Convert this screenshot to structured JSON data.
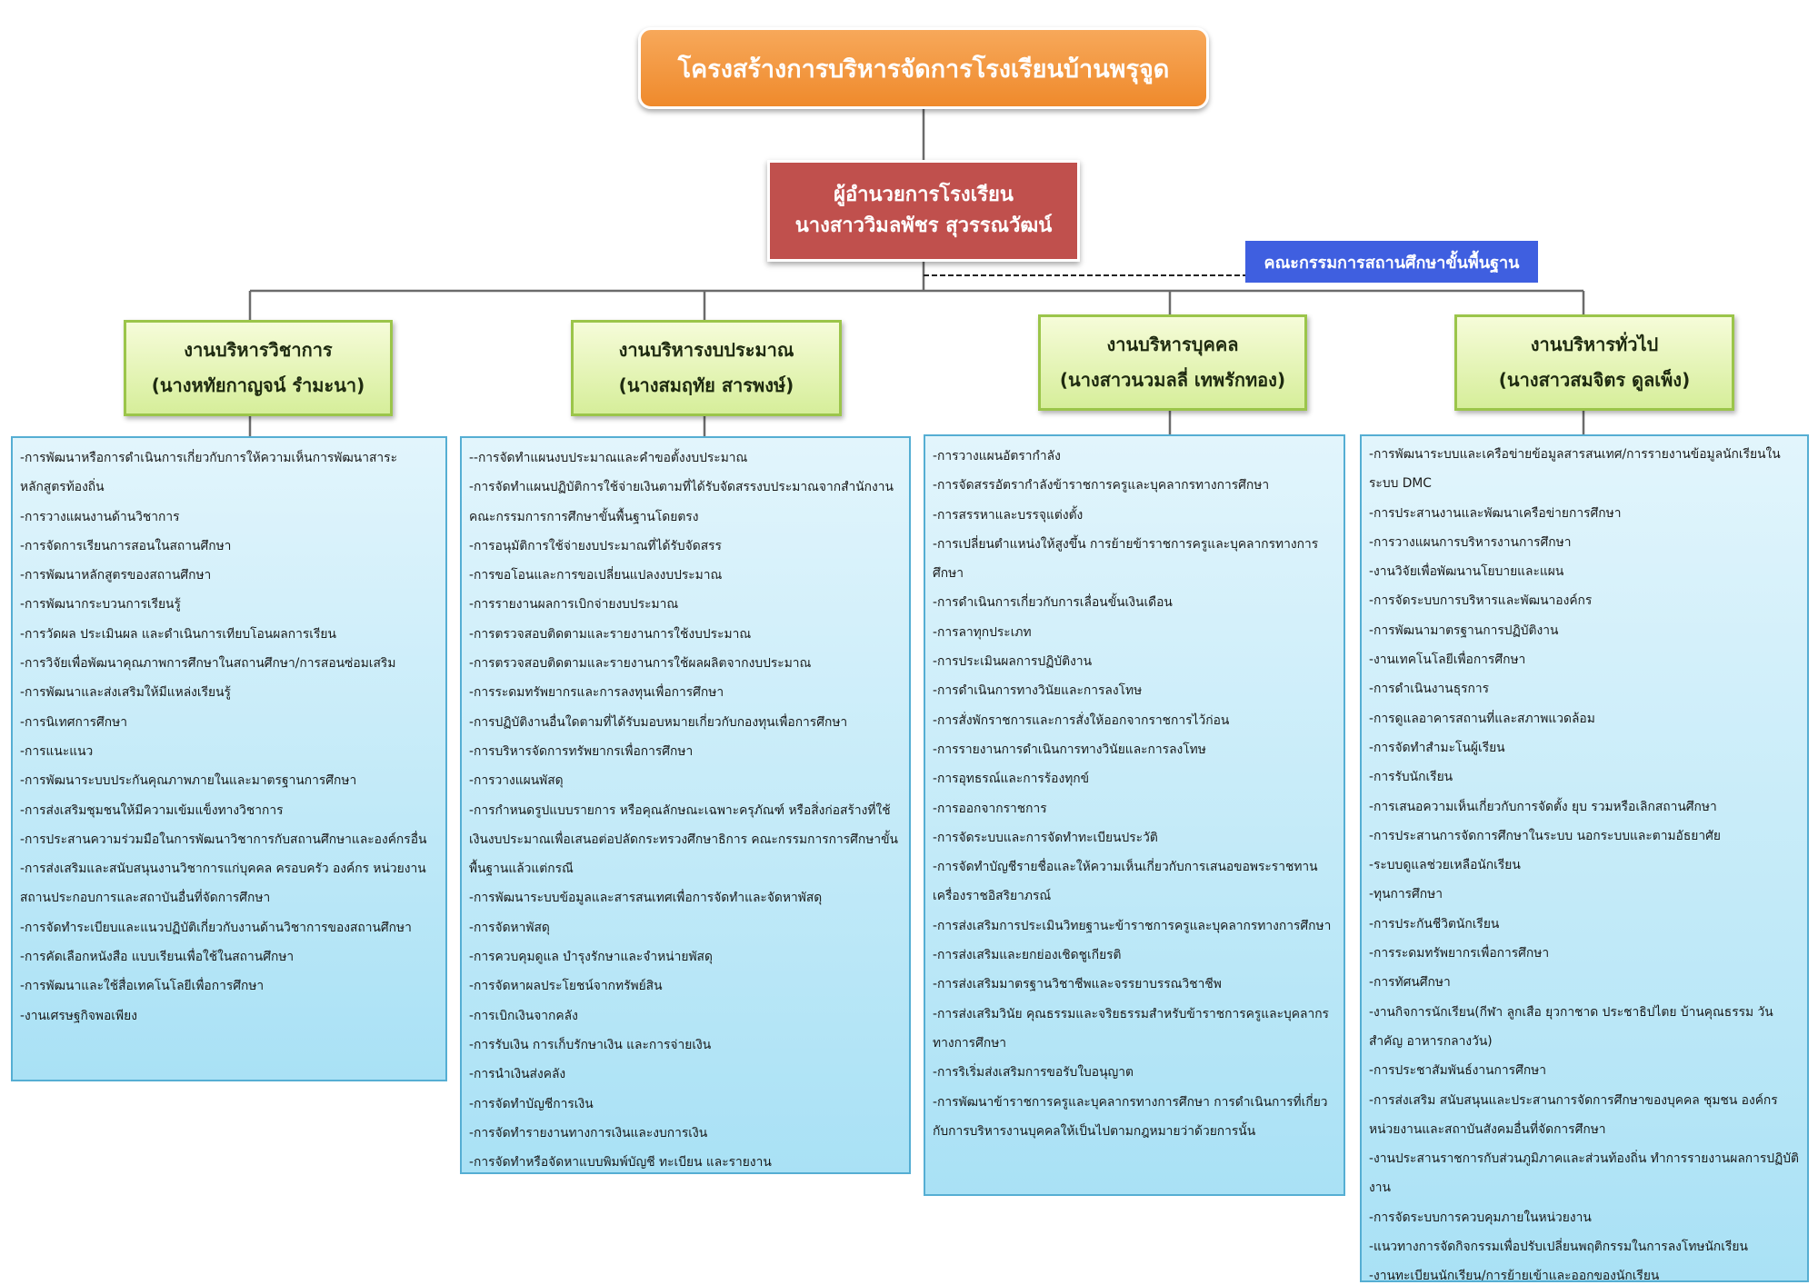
{
  "title": "โครงสร้างการบริหารจัดการโรงเรียนบ้านพรุจูด",
  "director": {
    "position": "ผู้อำนวยการโรงเรียน",
    "name": "นางสาววิมลพัชร สุวรรณวัฒน์"
  },
  "board": "คณะกรรมการสถานศึกษาขั้นพื้นฐาน",
  "colors": {
    "title_bg": "#f0912f",
    "director_bg": "#c0504d",
    "board_bg": "#3f5fe0",
    "dept_bg": "#dff0aa",
    "dept_border": "#9bc54a",
    "task_bg": "#bde8f7",
    "task_border": "#55aed3"
  },
  "departments": [
    {
      "name": "งานบริหารวิชาการ",
      "head": "(นางหทัยกาญจน์ รำมะนา)",
      "tasks": [
        "-การพัฒนาหรือการดำเนินการเกี่ยวกับการให้ความเห็นการพัฒนาสาระหลักสูตรท้องถิ่น",
        "-การวางแผนงานด้านวิชาการ",
        "-การจัดการเรียนการสอนในสถานศึกษา",
        "-การพัฒนาหลักสูตรของสถานศึกษา",
        "-การพัฒนากระบวนการเรียนรู้",
        "-การวัดผล ประเมินผล และดำเนินการเทียบโอนผลการเรียน",
        "-การวิจัยเพื่อพัฒนาคุณภาพการศึกษาในสถานศึกษา/การสอนซ่อมเสริม",
        "-การพัฒนาและส่งเสริมให้มีแหล่งเรียนรู้",
        "-การนิเทศการศึกษา",
        "-การแนะแนว",
        "-การพัฒนาระบบประกันคุณภาพภายในและมาตรฐานการศึกษา",
        "-การส่งเสริมชุมชนให้มีความเข้มแข็งทางวิชาการ",
        "-การประสานความร่วมมือในการพัฒนาวิชาการกับสถานศึกษาและองค์กรอื่น",
        "-การส่งเสริมและสนับสนุนงานวิชาการแก่บุคคล ครอบครัว องค์กร หน่วยงาน สถานประกอบการและสถาบันอื่นที่จัดการศึกษา",
        "-การจัดทำระเบียบและแนวปฏิบัติเกี่ยวกับงานด้านวิชาการของสถานศึกษา",
        "-การคัดเลือกหนังสือ แบบเรียนเพื่อใช้ในสถานศึกษา",
        "-การพัฒนาและใช้สื่อเทคโนโลยีเพื่อการศึกษา",
        "-งานเศรษฐกิจพอเพียง"
      ]
    },
    {
      "name": "งานบริหารงบประมาณ",
      "head": "(นางสมฤทัย สารพงษ์)",
      "tasks": [
        "--การจัดทำแผนงบประมาณและคำขอตั้งงบประมาณ",
        "-การจัดทำแผนปฏิบัติการใช้จ่ายเงินตามที่ได้รับจัดสรรงบประมาณจากสำนักงานคณะกรรมการการศึกษาขั้นพื้นฐานโดยตรง",
        "-การอนุมัติการใช้จ่ายงบประมาณที่ได้รับจัดสรร",
        "-การขอโอนและการขอเปลี่ยนแปลงงบประมาณ",
        "-การรายงานผลการเบิกจ่ายงบประมาณ",
        "-การตรวจสอบติดตามและรายงานการใช้งบประมาณ",
        "-การตรวจสอบติดตามและรายงานการใช้ผลผลิตจากงบประมาณ",
        "-การระดมทรัพยากรและการลงทุนเพื่อการศึกษา",
        "-การปฏิบัติงานอื่นใดตามที่ได้รับมอบหมายเกี่ยวกับกองทุนเพื่อการศึกษา",
        "-การบริหารจัดการทรัพยากรเพื่อการศึกษา",
        "-การวางแผนพัสดุ",
        "-การกำหนดรูปแบบรายการ หรือคุณลักษณะเฉพาะครุภัณฑ์ หรือสิ่งก่อสร้างที่ใช้เงินงบประมาณเพื่อเสนอต่อปลัดกระทรวงศึกษาธิการ คณะกรรมการการศึกษาขั้นพื้นฐานแล้วแต่กรณี",
        "-การพัฒนาระบบข้อมูลและสารสนเทศเพื่อการจัดทำและจัดหาพัสดุ",
        "-การจัดหาพัสดุ",
        "-การควบคุมดูแล บำรุงรักษาและจำหน่ายพัสดุ",
        "-การจัดหาผลประโยชน์จากทรัพย์สิน",
        "-การเบิกเงินจากคลัง",
        "-การรับเงิน การเก็บรักษาเงิน และการจ่ายเงิน",
        "-การนำเงินส่งคลัง",
        "-การจัดทำบัญชีการเงิน",
        "-การจัดทำรายงานทางการเงินและงบการเงิน",
        "-การจัดทำหรือจัดหาแบบพิมพ์บัญชี ทะเบียน และรายงาน"
      ]
    },
    {
      "name": "งานบริหารบุคคล",
      "head": "(นางสาวนวมลลี่ เทพรักทอง)",
      "tasks": [
        "-การวางแผนอัตรากำลัง",
        "-การจัดสรรอัตรากำลังข้าราชการครูและบุคลากรทางการศึกษา",
        "-การสรรหาและบรรจุแต่งตั้ง",
        "-การเปลี่ยนตำแหน่งให้สูงขึ้น การย้ายข้าราชการครูและบุคลากรทางการศึกษา",
        "-การดำเนินการเกี่ยวกับการเลื่อนขั้นเงินเดือน",
        "-การลาทุกประเภท",
        "-การประเมินผลการปฏิบัติงาน",
        "-การดำเนินการทางวินัยและการลงโทษ",
        "-การสั่งพักราชการและการสั่งให้ออกจากราชการไว้ก่อน",
        "-การรายงานการดำเนินการทางวินัยและการลงโทษ",
        "-การอุทธรณ์และการร้องทุกข์",
        "-การออกจากราชการ",
        "-การจัดระบบและการจัดทำทะเบียนประวัติ",
        "-การจัดทำบัญชีรายชื่อและให้ความเห็นเกี่ยวกับการเสนอขอพระราชทานเครื่องราชอิสริยาภรณ์",
        "-การส่งเสริมการประเมินวิทยฐานะข้าราชการครูและบุคลากรทางการศึกษา",
        "-การส่งเสริมและยกย่องเชิดชูเกียรติ",
        "-การส่งเสริมมาตรฐานวิชาชีพและจรรยาบรรณวิชาชีพ",
        "-การส่งเสริมวินัย คุณธรรมและจริยธรรมสำหรับข้าราชการครูและบุคลากรทางการศึกษา",
        "-การริเริ่มส่งเสริมการขอรับใบอนุญาต",
        "-การพัฒนาข้าราชการครูและบุคลากรทางการศึกษา การดำเนินการที่เกี่ยวกับการบริหารงานบุคคลให้เป็นไปตามกฎหมายว่าด้วยการนั้น"
      ]
    },
    {
      "name": "งานบริหารทั่วไป",
      "head": "(นางสาวสมจิตร ดูลเพ็ง)",
      "tasks": [
        "-การพัฒนาระบบและเครือข่ายข้อมูลสารสนเทศ/การรายงานข้อมูลนักเรียนในระบบ DMC",
        "-การประสานงานและพัฒนาเครือข่ายการศึกษา",
        "-การวางแผนการบริหารงานการศึกษา",
        "-งานวิจัยเพื่อพัฒนานโยบายและแผน",
        "-การจัดระบบการบริหารและพัฒนาองค์กร",
        "-การพัฒนามาตรฐานการปฏิบัติงาน",
        "-งานเทคโนโลยีเพื่อการศึกษา",
        "-การดำเนินงานธุรการ",
        "-การดูแลอาคารสถานที่และสภาพแวดล้อม",
        "-การจัดทำสำมะโนผู้เรียน",
        "-การรับนักเรียน",
        "-การเสนอความเห็นเกี่ยวกับการจัดตั้ง ยุบ รวมหรือเลิกสถานศึกษา",
        "-การประสานการจัดการศึกษาในระบบ นอกระบบและตามอัธยาศัย",
        "-ระบบดูแลช่วยเหลือนักเรียน",
        "-ทุนการศึกษา",
        "-การประกันชีวิตนักเรียน",
        "-การระดมทรัพยากรเพื่อการศึกษา",
        "-การทัศนศึกษา",
        "-งานกิจการนักเรียน(กีฬา ลูกเสือ ยุวกาชาด ประชาธิปไตย บ้านคุณธรรม วันสำคัญ อาหารกลางวัน)",
        "-การประชาสัมพันธ์งานการศึกษา",
        "-การส่งเสริม สนับสนุนและประสานการจัดการศึกษาของบุคคล ชุมชน องค์กร หน่วยงานและสถาบันสังคมอื่นที่จัดการศึกษา",
        "-งานประสานราชการกับส่วนภูมิภาคและส่วนท้องถิ่น ทำการรายงานผลการปฏิบัติงาน",
        "-การจัดระบบการควบคุมภายในหน่วยงาน",
        "-แนวทางการจัดกิจกรรมเพื่อปรับเปลี่ยนพฤติกรรมในการลงโทษนักเรียน",
        "-งานทะเบียนนักเรียน/การย้ายเข้าและออกของนักเรียน"
      ]
    }
  ]
}
